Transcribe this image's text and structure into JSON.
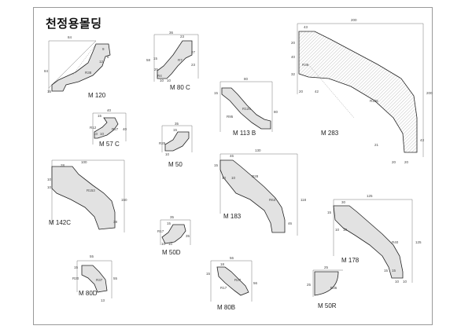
{
  "title": "천정용몰딩",
  "moldings": [
    {
      "label": "M 120",
      "dims": [
        "84",
        "84",
        "9",
        "8",
        "12",
        "15",
        "R38"
      ]
    },
    {
      "label": "M 80 C",
      "dims": [
        "36",
        "23",
        "58",
        "27",
        "23",
        "15",
        "25",
        "R4",
        "R7",
        "10",
        "10"
      ]
    },
    {
      "label": "M 57 C",
      "dims": [
        "40",
        "15",
        "R12",
        "10",
        "10",
        "R27",
        "40"
      ]
    },
    {
      "label": "M 50",
      "dims": [
        "35",
        "15",
        "R25",
        "10"
      ]
    },
    {
      "label": "M 142C",
      "dims": [
        "100",
        "28",
        "10",
        "10",
        "R153",
        "150",
        "38"
      ]
    },
    {
      "label": "M 50D",
      "dims": [
        "35",
        "15",
        "R17",
        "35",
        "10",
        "10"
      ]
    },
    {
      "label": "M 80D",
      "dims": [
        "55",
        "15",
        "R20",
        "R37",
        "55",
        "13"
      ]
    },
    {
      "label": "M 113 B",
      "dims": [
        "80",
        "15",
        "R95",
        "80",
        "R125"
      ]
    },
    {
      "label": "M 183",
      "dims": [
        "130",
        "46",
        "15",
        "10",
        "10",
        "R28",
        "R63",
        "118",
        "46"
      ]
    },
    {
      "label": "M 80B",
      "dims": [
        "56",
        "18",
        "15",
        "R17",
        "R27",
        "56"
      ]
    },
    {
      "label": "M 283",
      "dims": [
        "200",
        "43",
        "20",
        "40",
        "32",
        "20",
        "42",
        "R36",
        "R125",
        "200",
        "43",
        "21",
        "20",
        "20"
      ]
    },
    {
      "label": "M 178",
      "dims": [
        "125",
        "30",
        "15",
        "10",
        "10",
        "R40",
        "125",
        "15",
        "15",
        "10",
        "10"
      ]
    },
    {
      "label": "M 50R",
      "dims": [
        "25",
        "R36",
        "25"
      ]
    }
  ]
}
